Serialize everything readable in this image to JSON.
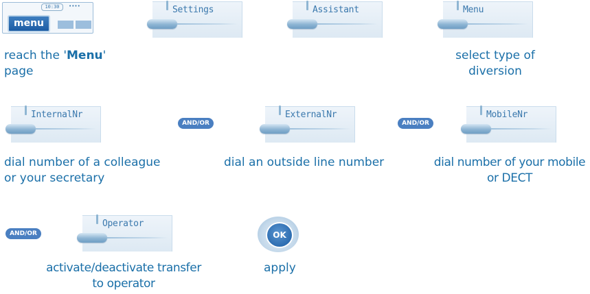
{
  "phone": {
    "clock": "10:30",
    "status_icons": "••••",
    "menu_label": "menu"
  },
  "softkeys": {
    "settings": "Settings",
    "assistant": "Assistant",
    "menu": "Menu",
    "internal": "InternalNr",
    "external": "ExternalNr",
    "mobile": "MobileNr",
    "operator": "Operator"
  },
  "connector": "AND/OR",
  "ok_label": "OK",
  "captions": {
    "reach_prefix": "reach the '",
    "reach_bold": "Menu",
    "reach_suffix": "'",
    "reach_line2": "page",
    "select_line1": "select type of",
    "select_line2": "diversion",
    "colleague_line1": "dial number of a colleague",
    "colleague_line2": "or your secretary",
    "outside": "dial an outside line number",
    "mobile_line1": "dial number of your mobile",
    "mobile_line2": "or  DECT",
    "operator_line1": "activate/deactivate transfer",
    "operator_line2": "to operator",
    "apply": "apply"
  }
}
